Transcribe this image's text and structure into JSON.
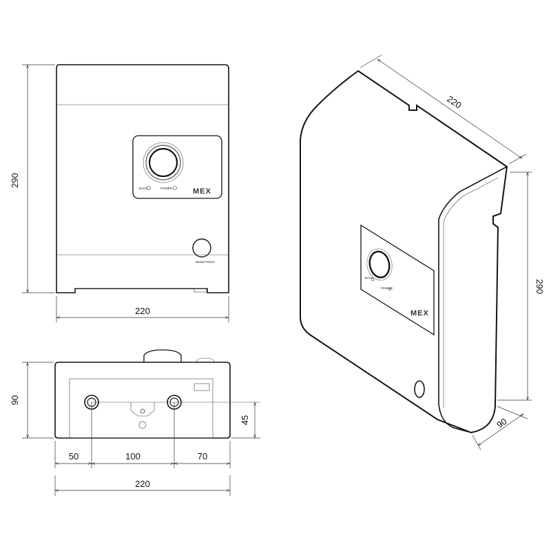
{
  "dimensions": {
    "front_height": "290",
    "front_width": "220",
    "bottom_depth": "90",
    "pipe_height": "45",
    "pipe_left": "50",
    "pipe_spacing": "100",
    "pipe_right": "70",
    "bottom_width": "220",
    "iso_width": "220",
    "iso_height": "290",
    "iso_depth": "90"
  },
  "panel": {
    "label_left": "BACK",
    "label_right": "POWER",
    "brand": "MEX",
    "reset_label": "RESET/TEST",
    "iso_label_left": "BACK",
    "iso_label_right": "POWER"
  }
}
